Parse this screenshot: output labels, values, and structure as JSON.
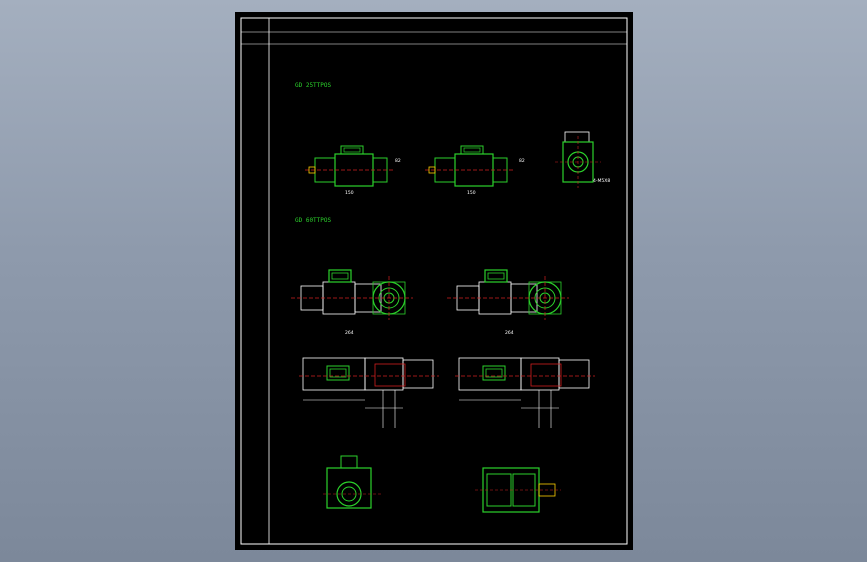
{
  "sheet": {
    "section_1_title": "GD 25TTPOS",
    "section_2_title": "GD 60TTPOS"
  },
  "section1": {
    "view1": {
      "length": "150",
      "height": "82"
    },
    "view2": {
      "length": "150",
      "height": "82"
    },
    "view3": {
      "label": "4-M5X8"
    }
  },
  "section2": {
    "view1": {
      "length": "264"
    },
    "view2": {
      "length": "264"
    }
  },
  "colors": {
    "background": "#8e9aac",
    "sheet": "#000000",
    "frame": "#ffffff",
    "geometry": "#2bd12b",
    "centerline": "#d02020",
    "dimension": "#ffffff"
  }
}
